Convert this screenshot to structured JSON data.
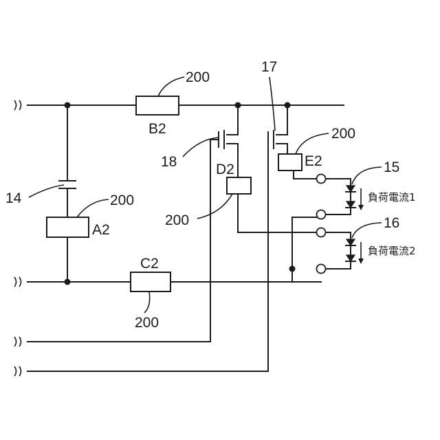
{
  "labels": {
    "ref_200_b2": "200",
    "ref_200_e2": "200",
    "ref_200_a2": "200",
    "ref_200_d2": "200",
    "ref_200_c2": "200",
    "ref_17": "17",
    "ref_18": "18",
    "ref_14": "14",
    "ref_15": "15",
    "ref_16": "16",
    "box_b2": "B2",
    "box_a2": "A2",
    "box_c2": "C2",
    "box_d2": "D2",
    "box_e2": "E2",
    "load_current_1": "負荷電流1",
    "load_current_2": "負荷電流2"
  }
}
